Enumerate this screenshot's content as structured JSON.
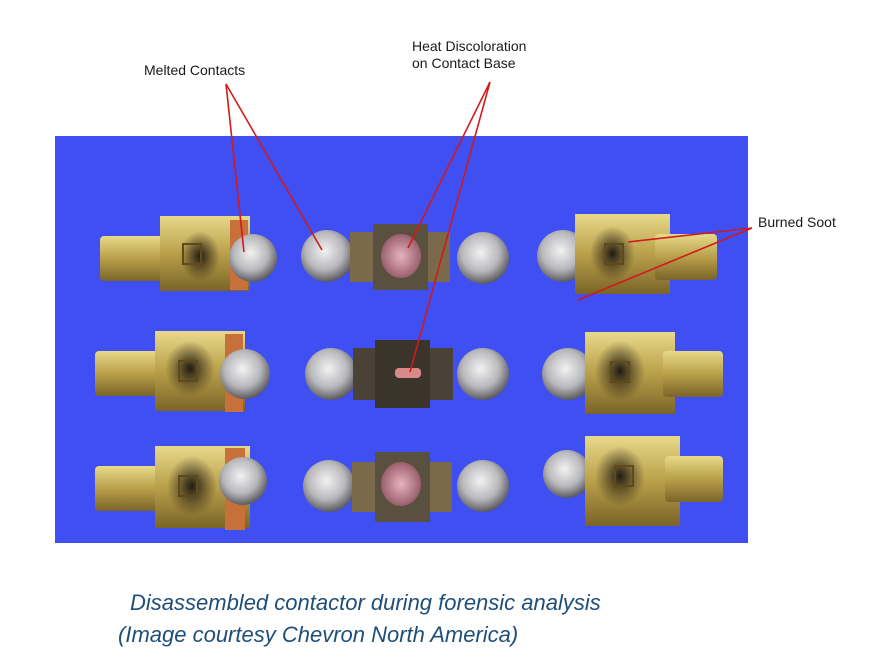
{
  "annotations": {
    "melted": "Melted Contacts",
    "heat_line1": "Heat Discoloration",
    "heat_line2": "on Contact Base",
    "soot": "Burned Soot"
  },
  "caption": {
    "line1": "Disassembled contactor during forensic analysis",
    "line2": "(Image courtesy Chevron North America)"
  },
  "colors": {
    "background_blue": "#3f4ff2",
    "annotation_line": "#d11a1a",
    "caption_text": "#1f4e79"
  }
}
